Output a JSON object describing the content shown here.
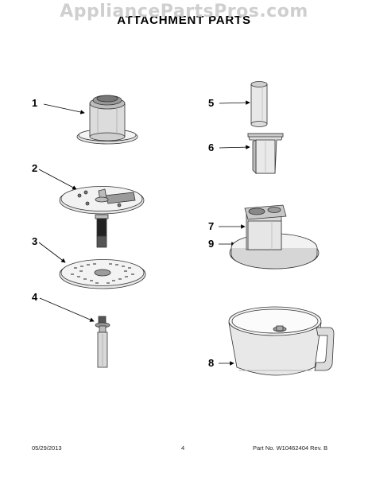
{
  "watermark": "AppliancePartsPros.com",
  "title": "ATTACHMENT PARTS",
  "callouts": {
    "c1": "1",
    "c2": "2",
    "c3": "3",
    "c4": "4",
    "c5": "5",
    "c6": "6",
    "c7": "7",
    "c8": "8",
    "c9": "9"
  },
  "footer": {
    "date": "05/29/2013",
    "page": "4",
    "part": "Part No. W10462404  Rev. B"
  }
}
